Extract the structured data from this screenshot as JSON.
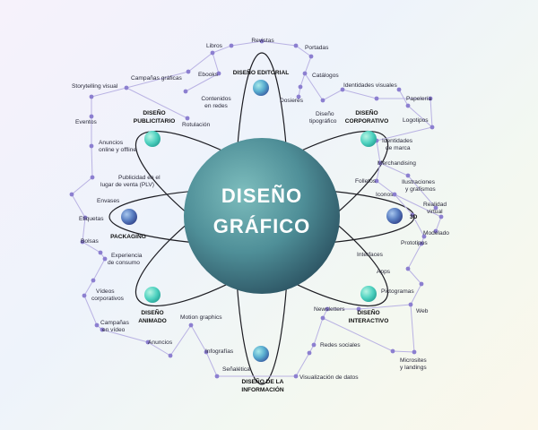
{
  "diagram": {
    "center_title_line1": "DISEÑO",
    "center_title_line2": "GRÁFICO",
    "categories": {
      "editorial": {
        "label": "DISEÑO EDITORIAL"
      },
      "corporativo": {
        "label_line1": "DISEÑO",
        "label_line2": "CORPORATIVO"
      },
      "tresd": {
        "label": "3D"
      },
      "interactivo": {
        "label_line1": "DISEÑO",
        "label_line2": "INTERACTIVO"
      },
      "informacion": {
        "label_line1": "DISEÑO DE LA",
        "label_line2": "INFORMACIÓN"
      },
      "animado": {
        "label_line1": "DISEÑO",
        "label_line2": "ANIMADO"
      },
      "packaging": {
        "label": "PACKAGING"
      },
      "publicitario": {
        "label_line1": "DISEÑO",
        "label_line2": "PUBLICITARIO"
      }
    },
    "items": {
      "libros": "Libros",
      "revistas": "Revistas",
      "portadas": "Portadas",
      "catalogos": "Catálogos",
      "dosieres": "Dosieres",
      "ebooks": "Ebooks",
      "contenidos_1": "Contenidos",
      "contenidos_2": "en redes",
      "rotulacion": "Rotulación",
      "campanas_graficas": "Campañas gráficas",
      "storytelling": "Storytelling visual",
      "eventos": "Eventos",
      "anuncios_1": "Anuncios",
      "anuncios_2": "online y offline",
      "plv_1": "Publicidad en el",
      "plv_2": "lugar de venta (PLV)",
      "envases": "Envases",
      "etiquetas": "Etiquetas",
      "bolsas": "Bolsas",
      "experiencia_1": "Experiencia",
      "experiencia_2": "de consumo",
      "videos_1": "Vídeos",
      "videos_2": "corporativos",
      "campanas_video_1": "Campañas",
      "campanas_video_2": "en vídeo",
      "anuncios_anim": "Anuncios",
      "motion": "Motion graphics",
      "infografias": "Infografías",
      "senaletica": "Señalética",
      "visualizacion": "Visualización de datos",
      "redes_sociales": "Redes sociales",
      "newsletters": "Newsletters",
      "microsites_1": "Microsites",
      "microsites_2": "y landings",
      "web": "Web",
      "pictogramas": "Pictogramas",
      "apps": "Apps",
      "interfaces": "Interfaces",
      "prototipos": "Prototipos",
      "modelado": "Modelado",
      "realidad_1": "Realidad",
      "realidad_2": "virtual",
      "iconos": "Iconos",
      "folletos": "Folletos",
      "ilustraciones_1": "Ilustraciones",
      "ilustraciones_2": "y grafismos",
      "merchandising": "Merchandising",
      "identidades_1": "Identidades",
      "identidades_2": "de marca",
      "logotipos": "Logotipos",
      "papeleria": "Papelería",
      "identidades_visuales": "Identidades visuales",
      "diseno_tipo_1": "Diseño",
      "diseno_tipo_2": "tipográfico"
    },
    "colors": {
      "sphere_light": "#6fb3b4",
      "sphere_dark": "#2f5d6a",
      "node_teal": "#4fd2c0",
      "node_blue": "#4a5fa8",
      "dot": "#8c7fd0",
      "chain": "#b9b2e3"
    }
  }
}
